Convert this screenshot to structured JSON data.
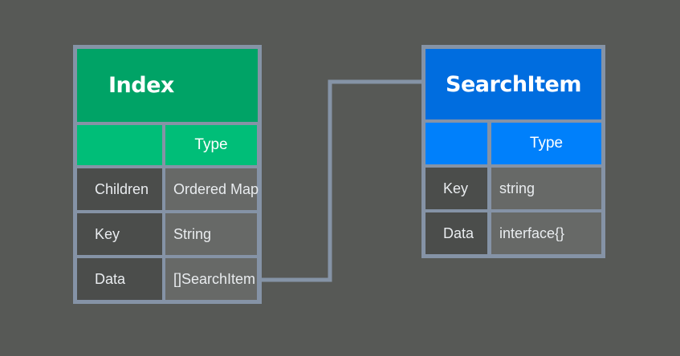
{
  "index_table": {
    "title": "Index",
    "header_type": "Type",
    "rows": [
      {
        "label": "Children",
        "value": "Ordered Map"
      },
      {
        "label": "Key",
        "value": "String"
      },
      {
        "label": "Data",
        "value": "[]SearchItem"
      }
    ]
  },
  "search_item_table": {
    "title": "SearchItem",
    "header_type": "Type",
    "rows": [
      {
        "label": "Key",
        "value": "string"
      },
      {
        "label": "Data",
        "value": "interface{}"
      }
    ]
  },
  "colors": {
    "background": "#575956",
    "border": "#8593a6",
    "index_title": "#00a366",
    "index_header": "#00be78",
    "search_title": "#006ddf",
    "search_header": "#0080fb",
    "label_cell": "#4b4d4b",
    "value_cell": "#676967"
  }
}
